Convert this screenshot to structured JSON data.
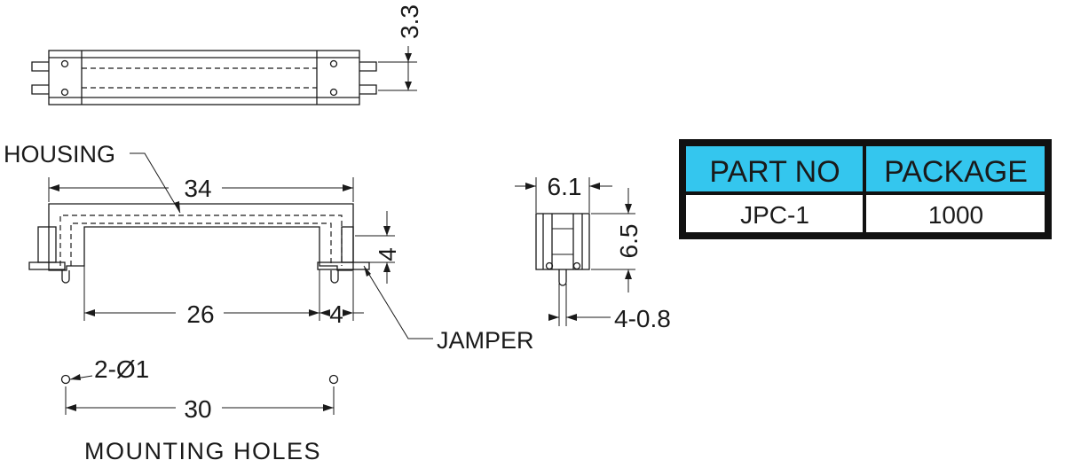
{
  "labels": {
    "housing": "HOUSING",
    "jamper": "JAMPER",
    "mounting_holes": "MOUNTING HOLES",
    "holes_callout": "2-Ø1"
  },
  "dimensions": {
    "top_height": "3.3",
    "overall_length": "34",
    "inner_length": "26",
    "pin_offset": "4",
    "pin_height": "4",
    "side_width": "6.1",
    "side_height": "6.5",
    "pin_spec": "4-0.8",
    "hole_spacing": "30"
  },
  "table": {
    "header_fill": "#34c6ee",
    "headers": [
      "PART NO",
      "PACKAGE"
    ],
    "row": [
      "JPC-1",
      "1000"
    ]
  }
}
